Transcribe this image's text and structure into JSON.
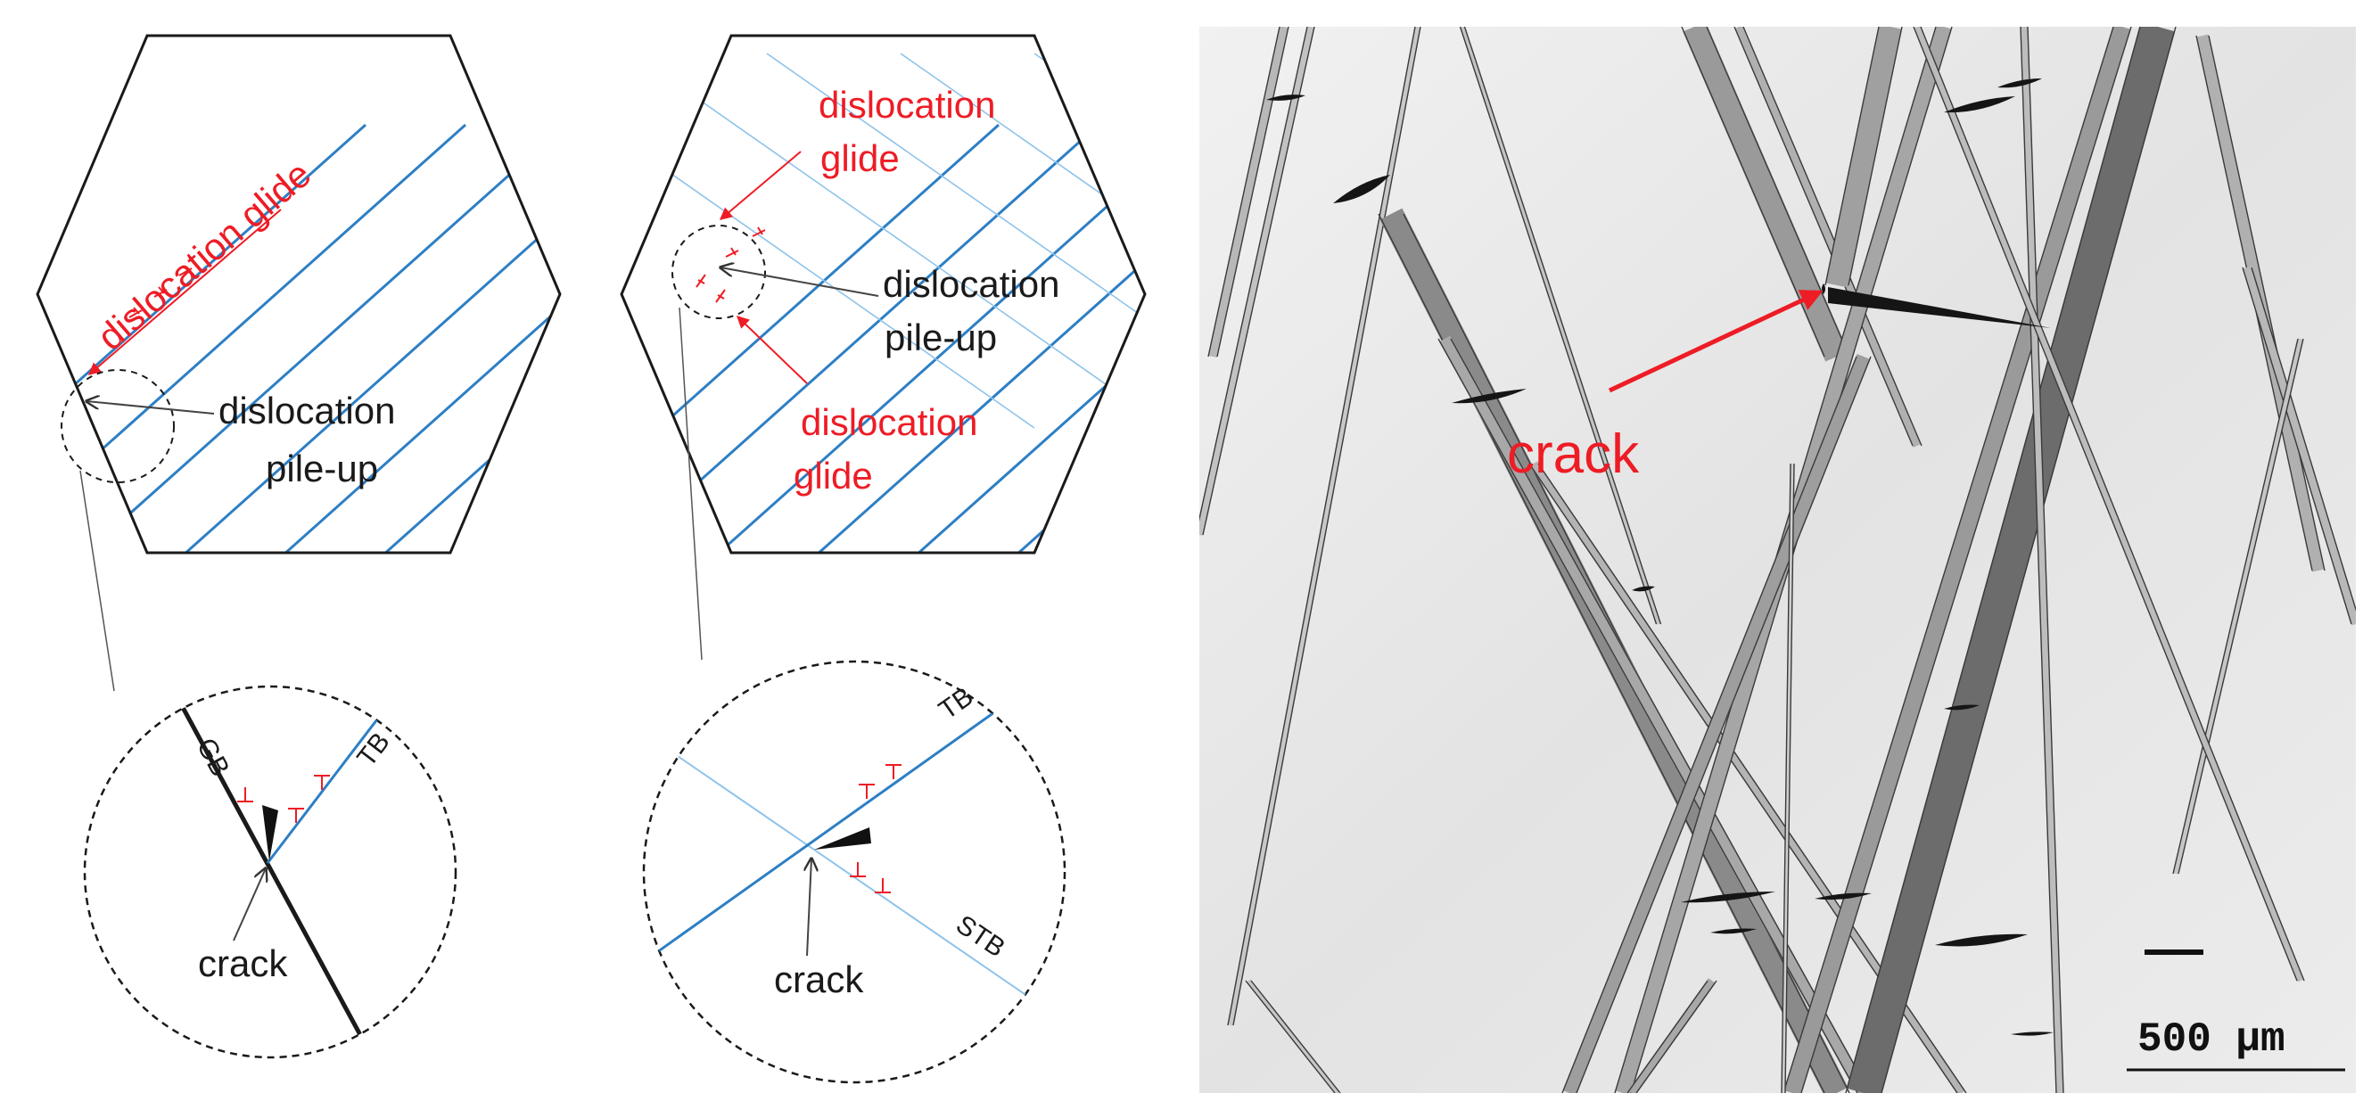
{
  "panel_a": {
    "glide_label": "dislocation glide",
    "pileup_label_line1": "dislocation",
    "pileup_label_line2": "pile-up",
    "zoom": {
      "gb_label": "GB",
      "tb_label": "TB",
      "crack_label": "crack"
    }
  },
  "panel_b": {
    "glide_top_line1": "dislocation",
    "glide_top_line2": "glide",
    "pileup_label_line1": "dislocation",
    "pileup_label_line2": "pile-up",
    "glide_bottom_line1": "dislocation",
    "glide_bottom_line2": "glide",
    "zoom": {
      "tb_label": "TB",
      "stb_label": "STB",
      "crack_label": "crack"
    }
  },
  "micrograph": {
    "crack_label": "crack",
    "scale_label": "500 μm"
  },
  "colors": {
    "twin_boundary": "#2d7fc4",
    "secondary_twin": "#8ec3ea",
    "annotation_red": "#ee1c25",
    "outline": "#1a1a1a"
  }
}
